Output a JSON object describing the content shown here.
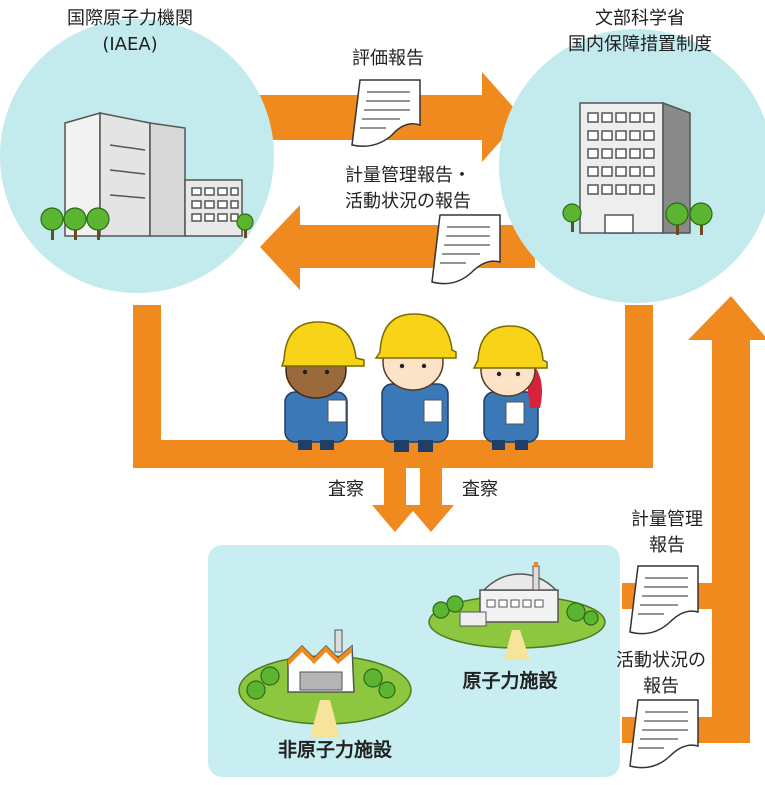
{
  "iaea": {
    "line1": "国際原子力機関",
    "line2": "(IAEA)"
  },
  "mext": {
    "line1": "文部科学省",
    "line2": "国内保障措置制度"
  },
  "arrows": {
    "evaluation_report": "評価報告",
    "accounting_report_line1": "計量管理報告・",
    "accounting_report_line2": "活動状況の報告",
    "inspection_left": "査察",
    "inspection_right": "査察",
    "facility_accounting_line1": "計量管理",
    "facility_accounting_line2": "報告",
    "facility_activity_line1": "活動状況の",
    "facility_activity_line2": "報告"
  },
  "facilities": {
    "nuclear": "原子力施設",
    "non_nuclear": "非原子力施設"
  },
  "colors": {
    "arrow": "#F0891E",
    "circle": "#C3EBEE",
    "facility_box": "#C9EEF1",
    "ground": "#8DC63F",
    "helmet": "#F7D417",
    "uniform": "#3A78B8"
  }
}
